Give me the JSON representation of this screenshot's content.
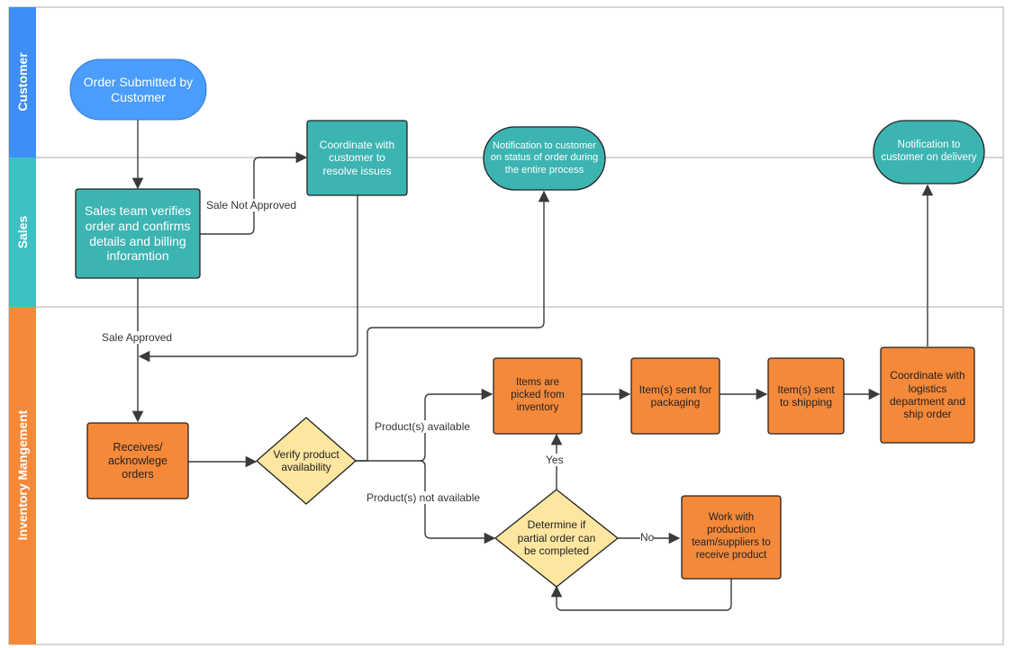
{
  "colors": {
    "customer_lane": "#3d8ef5",
    "sales_lane": "#3ebfc4",
    "inventory_lane": "#f5893a",
    "terminal_blue": "#4a9dfb",
    "teal_node": "#3cb4b2",
    "orange_node": "#f5893a",
    "decision": "#fde6a0",
    "line": "#3a3a3a"
  },
  "lanes": [
    {
      "name": "customer",
      "label": "Customer"
    },
    {
      "name": "sales",
      "label": "Sales"
    },
    {
      "name": "inventory",
      "label": "Inventory Mangement"
    }
  ],
  "nodes": {
    "order_submitted": "Order Submitted by Customer",
    "sales_verifies": "Sales team verifies order and confirms details and billing inforamtion",
    "coordinate_customer": "Coordinate with customer to resolve issues",
    "notify_status": "Notification to customer on status of order during the entire process",
    "notify_delivery": "Notification to customer on delivery",
    "receives_orders": "Receives/ acknowlege orders",
    "verify_availability": "Verify product availability",
    "items_picked": "Items are picked from inventory",
    "sent_packaging": "Item(s) sent for packaging",
    "sent_shipping": "Item(s) sent to shipping",
    "coordinate_logistics": "Coordinate with logistics department and ship order",
    "partial_order": "Determine if partial order can be completed",
    "work_production": "Work with production team/suppliers to receive product"
  },
  "edges": {
    "sale_not_approved": "Sale Not Approved",
    "sale_approved": "Sale Approved",
    "products_available": "Product(s) available",
    "products_not_available": "Product(s) not available",
    "yes": "Yes",
    "no": "No"
  }
}
